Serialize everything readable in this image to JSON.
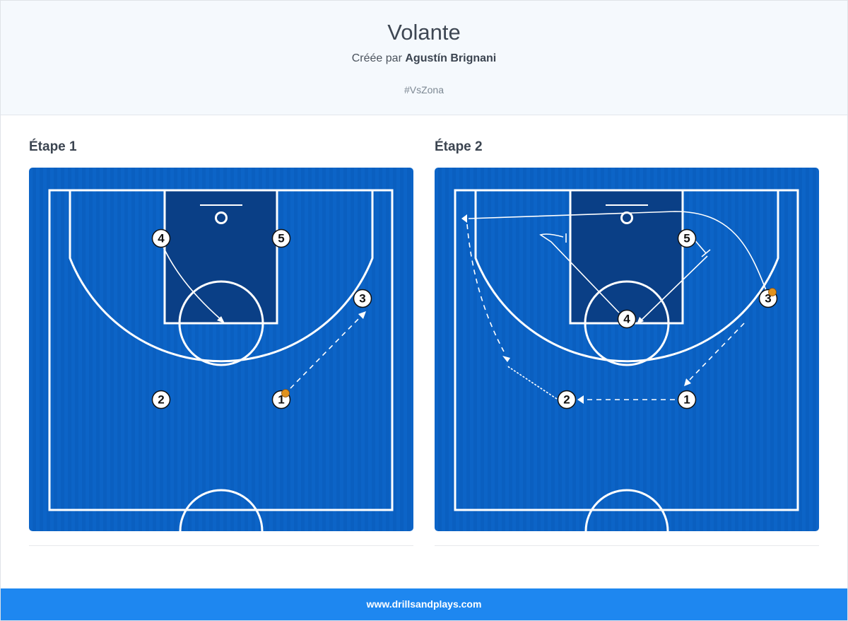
{
  "play": {
    "title": "Volante",
    "created_prefix": "Créée par",
    "author": "Agustín Brignani",
    "tag": "#VsZona"
  },
  "steps": [
    {
      "title": "Étape 1",
      "players": [
        {
          "label": "4"
        },
        {
          "label": "5"
        },
        {
          "label": "3"
        },
        {
          "label": "2"
        },
        {
          "label": "1",
          "ball": true
        }
      ]
    },
    {
      "title": "Étape 2",
      "players": [
        {
          "label": "5"
        },
        {
          "label": "3",
          "ball": true
        },
        {
          "label": "4"
        },
        {
          "label": "2"
        },
        {
          "label": "1"
        }
      ]
    }
  ],
  "colors": {
    "court": "#0a5fc0",
    "paint": "#0a3f86",
    "footer": "#1e87f0",
    "ball": "#e0921e"
  },
  "footer": {
    "url": "www.drillsandplays.com"
  }
}
